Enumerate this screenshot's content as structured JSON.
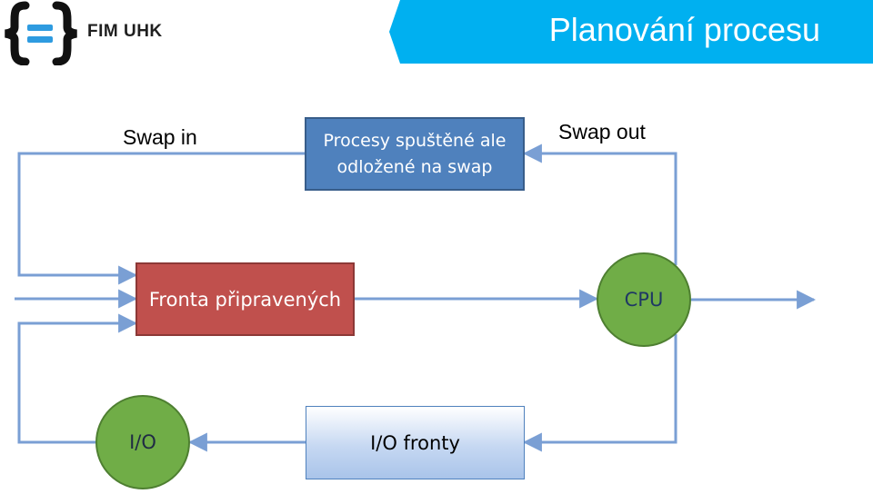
{
  "header": {
    "logo_text": "FIM UHK",
    "title": "Planování procesu"
  },
  "diagram": {
    "swapped_box": {
      "line1": "Procesy spuštěné ale",
      "line2": "odložené na swap"
    },
    "ready_queue": "Fronta připravených",
    "cpu": "CPU",
    "io": "I/O",
    "io_queues": "I/O fronty",
    "swap_in": "Swap in",
    "swap_out": "Swap out"
  },
  "colors": {
    "title_bar": "#00b0f0",
    "logo_accent": "#2e9be0",
    "swapped_box": "#4f81bd",
    "ready_queue": "#c0504d",
    "node_green": "#70ad47",
    "connector": "#7a9fd4"
  }
}
